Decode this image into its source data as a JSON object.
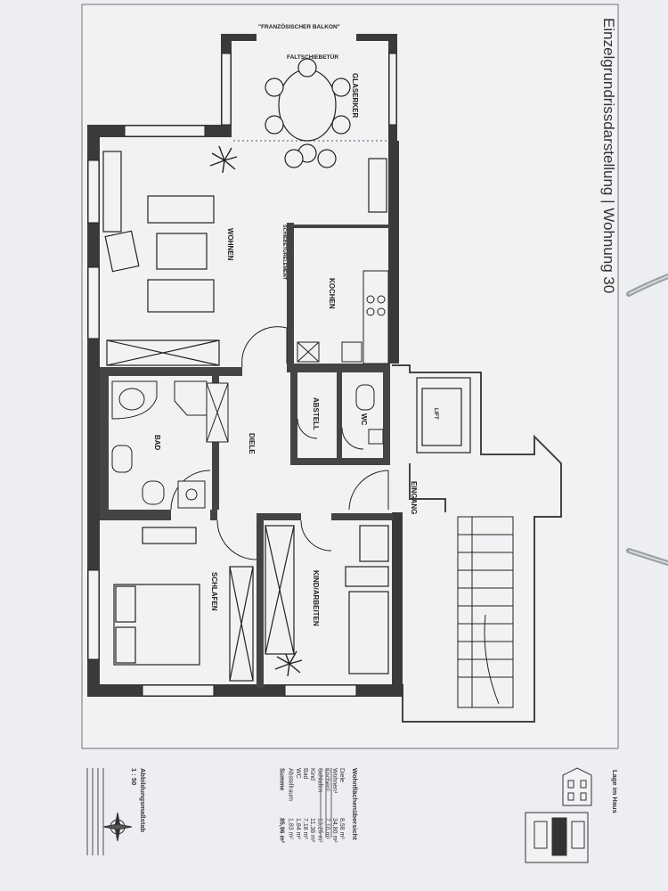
{
  "title": "Einzelgrundrissdarstellung | Wohnung 30",
  "labels": {
    "balkon": "\"FRANZÖSISCHER BALKON\"",
    "faltschiebetuer": "FALTSCHIEBETÜR",
    "glaserker": "GLASERKER",
    "schiebetuerelement": "SCHIEBETÜRELEMENT",
    "lift": "LIFT",
    "eingang": "EINGANG"
  },
  "rooms": {
    "wohnen": "WOHNEN",
    "kochen": "KOCHEN",
    "bad": "BAD",
    "diele": "DIELE",
    "abstell": "ABSTELL",
    "wc": "WC",
    "schlafen": "SCHLAFEN",
    "kind": "KIND/ARBEITEN"
  },
  "scale": {
    "heading": "Abbildungsmaßstab",
    "value": "1 : 50"
  },
  "area_table": {
    "heading": "Wohnflächenübersicht",
    "rows": [
      {
        "room": "Diele",
        "area": "8,58 m²"
      },
      {
        "room": "Wohnen¹",
        "area": "34,80 m²"
      },
      {
        "room": "Kochen¹",
        "area": "7,10 m²"
      },
      {
        "room": "Schlafen",
        "area": "13,25 m²"
      },
      {
        "room": "Kind",
        "area": "11,38 m²"
      },
      {
        "room": "Bad",
        "area": "7,18 m²"
      },
      {
        "room": "WC",
        "area": "1,84 m²"
      },
      {
        "room": "Abstellraum",
        "area": "1,83 m²"
      }
    ],
    "total_label": "Summe",
    "total_value": "85,96 m²"
  },
  "location": {
    "heading": "Lage im Haus"
  }
}
